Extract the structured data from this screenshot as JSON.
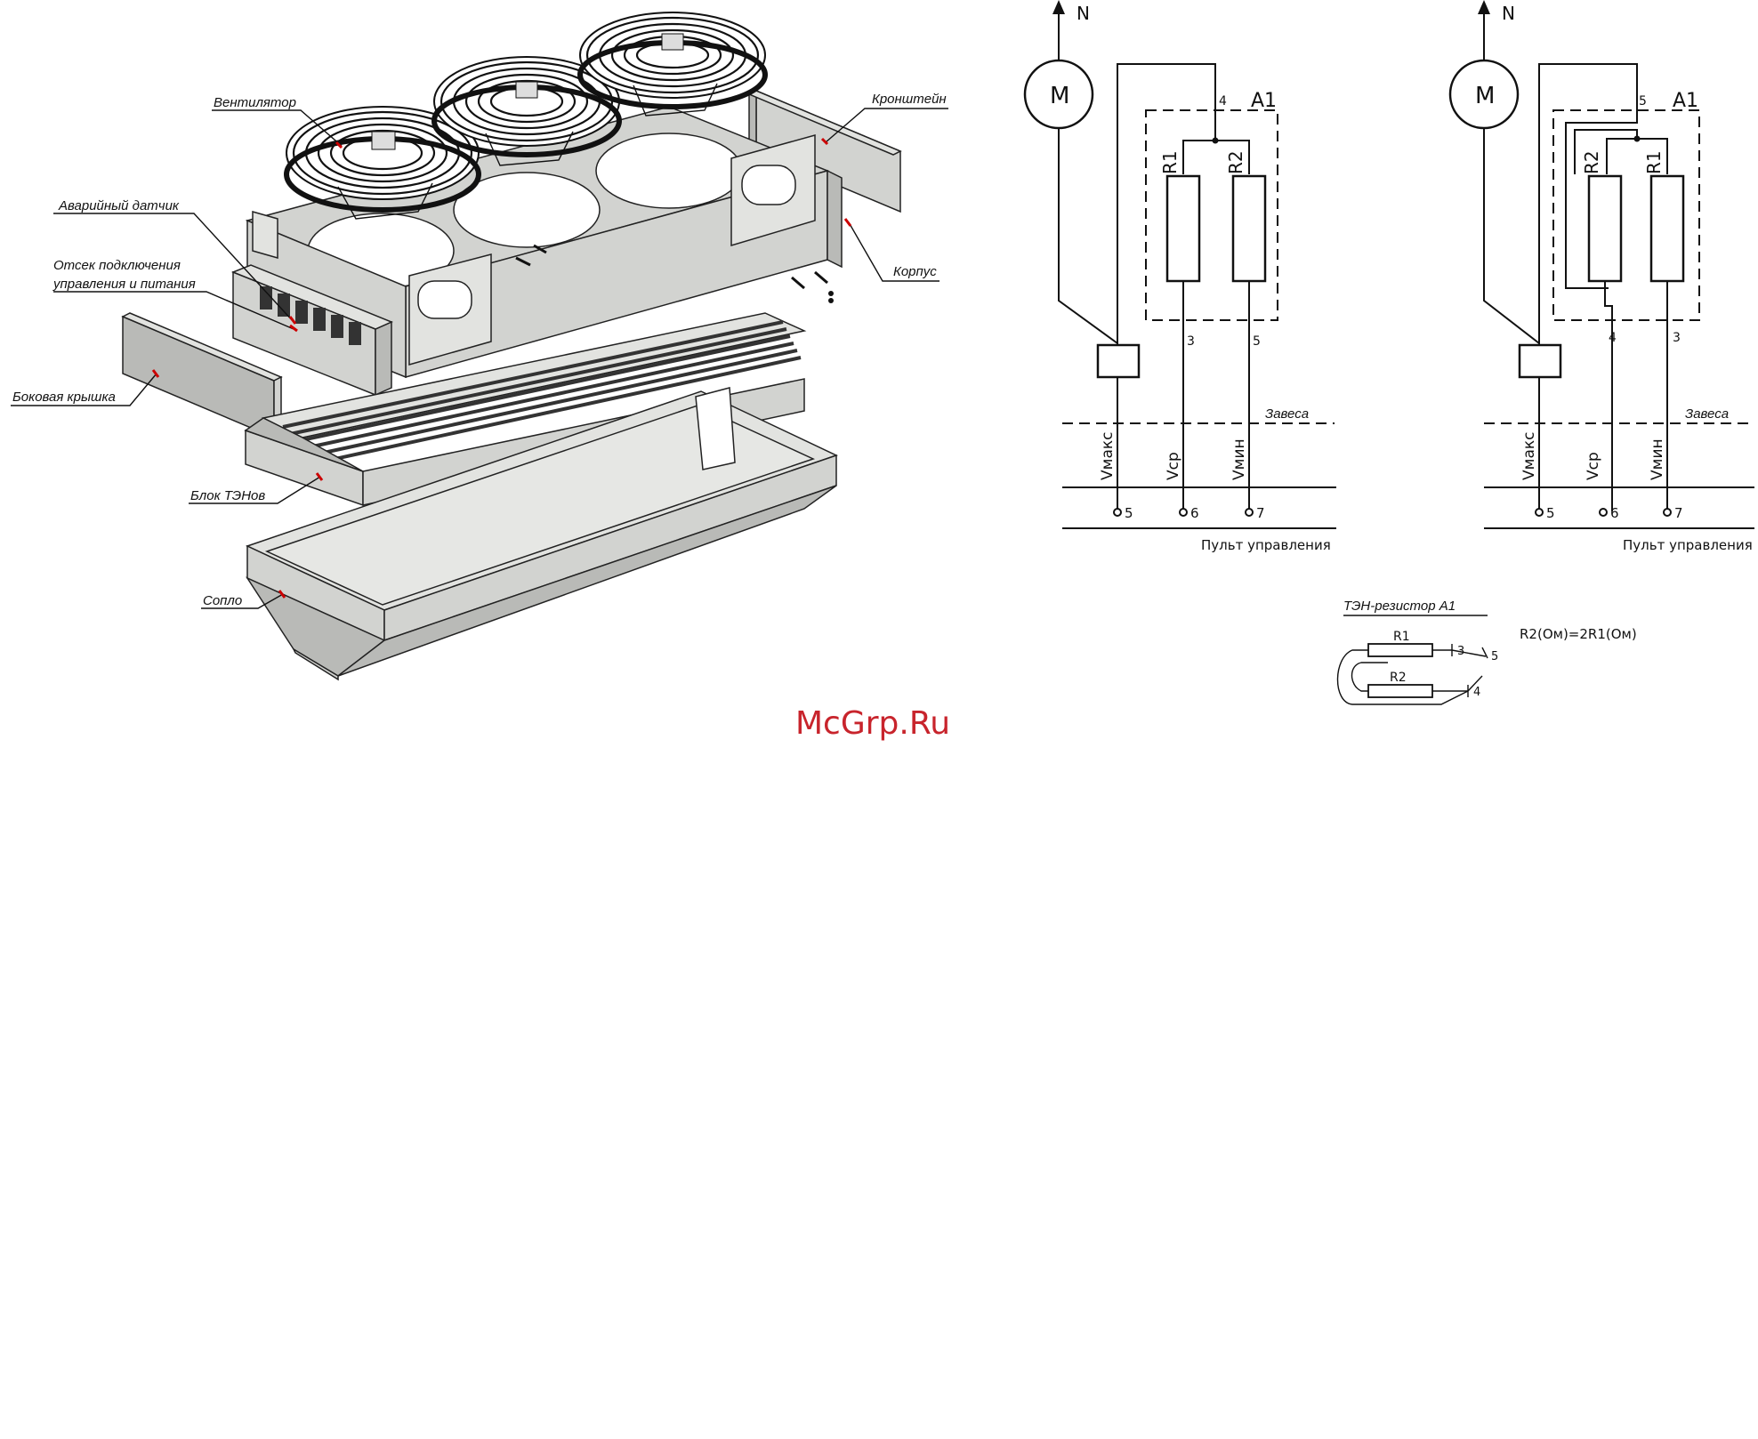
{
  "labels": {
    "fan": "Вентилятор",
    "bracket": "Кронштейн",
    "alarm_sensor": "Аварийный датчик",
    "compartment_line1": "Отсек подключения",
    "compartment_line2": "управления и питания",
    "housing": "Корпус",
    "side_cover": "Боковая крышка",
    "heater_block": "Блок ТЭНов",
    "nozzle": "Сопло"
  },
  "schematic_left": {
    "neutral": "N",
    "motor": "M",
    "module": "A1",
    "top_terminal": "4",
    "resistor_left": "R1",
    "resistor_right": "R2",
    "terminal_left": "3",
    "terminal_right": "5",
    "curtain": "Завеса",
    "v_max": "Vмакс",
    "v_mid": "Vср",
    "v_min": "Vмин",
    "pin_1": "5",
    "pin_2": "6",
    "pin_3": "7",
    "control_panel": "Пульт управления"
  },
  "schematic_right": {
    "neutral": "N",
    "motor": "M",
    "module": "A1",
    "top_terminal": "5",
    "resistor_left": "R2",
    "resistor_right": "R1",
    "terminal_left": "4",
    "terminal_right": "3",
    "curtain": "Завеса",
    "v_max": "Vмакс",
    "v_mid": "Vср",
    "v_min": "Vмин",
    "pin_1": "5",
    "pin_2": "6",
    "pin_3": "7",
    "control_panel": "Пульт управления"
  },
  "ten_resistor": {
    "title": "ТЭН-резистор А1",
    "r1": "R1",
    "r2": "R2",
    "t3": "3",
    "t4": "4",
    "t5": "5",
    "formula": "R2(Ом)=2R1(Ом)"
  },
  "watermark": "McGrp.Ru"
}
